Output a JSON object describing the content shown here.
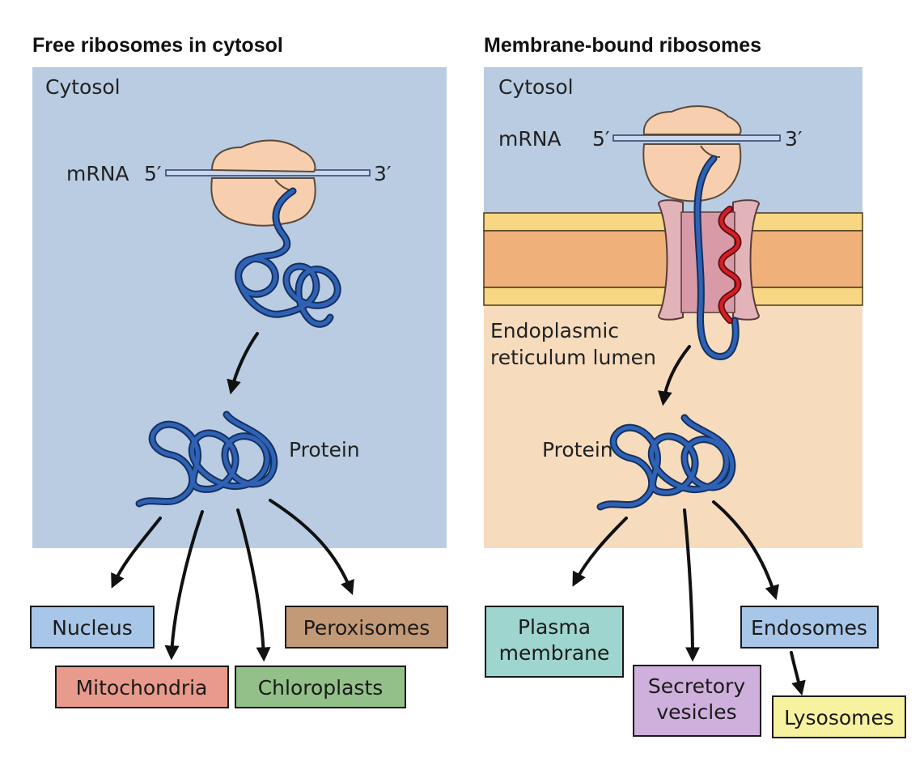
{
  "left_panel": {
    "title": "Free ribosomes in cytosol",
    "compartment_label": "Cytosol",
    "mrna_label": "mRNA",
    "five_prime": "5′",
    "three_prime": "3′",
    "protein_label": "Protein",
    "destinations": [
      {
        "label": "Nucleus",
        "color": "#a8c6e8"
      },
      {
        "label": "Mitochondria",
        "color": "#e89a8c"
      },
      {
        "label": "Chloroplasts",
        "color": "#93c089"
      },
      {
        "label": "Peroxisomes",
        "color": "#c39a78"
      }
    ]
  },
  "right_panel": {
    "title": "Membrane-bound ribosomes",
    "compartment_label": "Cytosol",
    "mrna_label": "mRNA",
    "five_prime": "5′",
    "three_prime": "3′",
    "lumen_label_line1": "Endoplasmic",
    "lumen_label_line2": "reticulum lumen",
    "protein_label": "Protein",
    "destinations": [
      {
        "label_line1": "Plasma",
        "label_line2": "membrane",
        "color": "#9ed6cf"
      },
      {
        "label_line1": "Secretory",
        "label_line2": "vesicles",
        "color": "#cfb0dc"
      },
      {
        "label_line1": "Endosomes",
        "label_line2": "",
        "color": "#a8c6e8"
      },
      {
        "label_line1": "Lysosomes",
        "label_line2": "",
        "color": "#f7f2a0"
      }
    ]
  },
  "colors": {
    "cytosol": "#b9cce2",
    "er_lumen": "#f6dcbd",
    "ribosome": "#f7cfae",
    "membrane_outer": "#f7d784",
    "membrane_inner": "#f0b07a",
    "translocon": "#e2b4ba",
    "protein_chain": "#2f62b5",
    "signal_sequence": "#d41e26"
  }
}
